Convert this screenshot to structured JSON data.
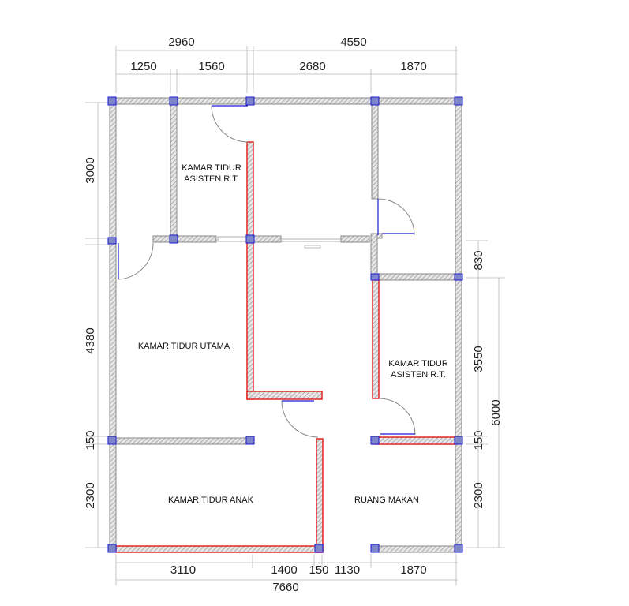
{
  "rooms": {
    "kamar_asisten_1": [
      "KAMAR TIDUR",
      "ASISTEN R.T."
    ],
    "kamar_utama": "KAMAR TIDUR UTAMA",
    "kamar_asisten_2": [
      "KAMAR TIDUR",
      "ASISTEN R.T."
    ],
    "kamar_anak": "KAMAR TIDUR ANAK",
    "ruang_makan": "RUANG MAKAN"
  },
  "dimensions": {
    "top_overall": [
      "2960",
      "4550"
    ],
    "top_detail": [
      "1250",
      "1560",
      "2680",
      "1870"
    ],
    "left": [
      "3000",
      "4380",
      "150",
      "2300"
    ],
    "right": [
      "830",
      "3550",
      "150",
      "2300"
    ],
    "right_outer": "6000",
    "bottom_detail": [
      "3110",
      "1400",
      "150",
      "1130",
      "1870"
    ],
    "bottom_overall": "7660"
  },
  "colors": {
    "wall_outline": "#8a8a8a",
    "new_wall": "#e01818",
    "column": "#1a1ad0"
  }
}
